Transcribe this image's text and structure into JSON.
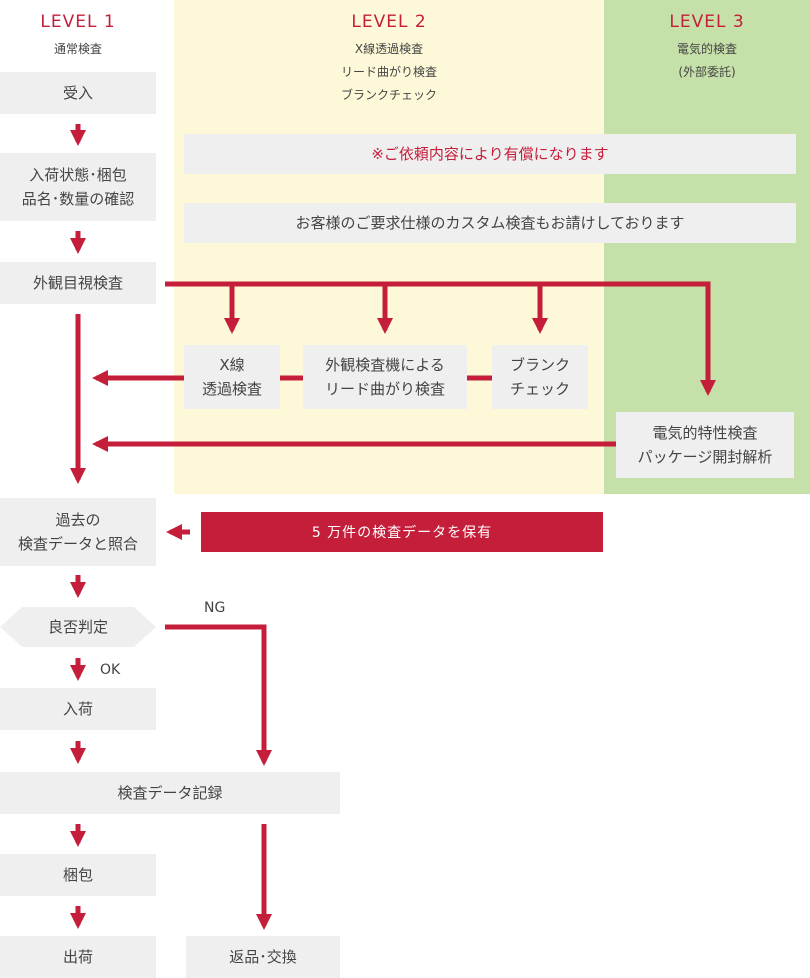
{
  "levels": [
    {
      "title": "LEVEL 1",
      "sub": [
        "通常検査"
      ]
    },
    {
      "title": "LEVEL 2",
      "sub": [
        "X線透過検査",
        "リード曲がり検査",
        "ブランクチェック"
      ]
    },
    {
      "title": "LEVEL 3",
      "sub": [
        "電気的検査",
        "(外部委託)"
      ]
    }
  ],
  "flow": {
    "receive": "受入",
    "confirm": "入荷状態･梱包\n品名･数量の確認",
    "visual": "外観目視検査",
    "compare": "過去の\n検査データと照合",
    "judge": "良否判定",
    "arrival": "入荷",
    "record": "検査データ記録",
    "pack": "梱包",
    "ship": "出荷",
    "return": "返品･交換"
  },
  "level2": {
    "note_paid": "※ご依頼内容により有償になります",
    "note_custom": "お客様のご要求仕様のカスタム検査もお請けしております",
    "xray": "X線\n透過検査",
    "lead": "外観検査機による\nリード曲がり検査",
    "blank": "ブランク\nチェック"
  },
  "level3": {
    "electric": "電気的特性検査\nパッケージ開封解析"
  },
  "database": "5 万件の検査データを保有",
  "labels": {
    "ng": "NG",
    "ok": "OK"
  },
  "colors": {
    "accent": "#c41e3a",
    "box": "#efefef",
    "level2_bg": "#fdf9d8",
    "level3_bg": "#c5e0a8"
  }
}
